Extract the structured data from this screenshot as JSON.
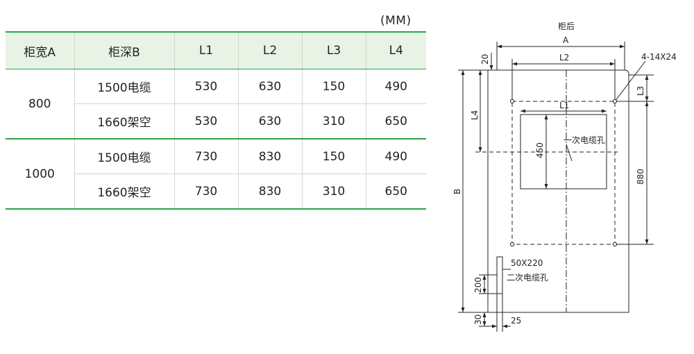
{
  "table": {
    "unit": "(MM)",
    "headers": [
      "柜宽A",
      "柜深B",
      "L1",
      "L2",
      "L3",
      "L4"
    ],
    "groups": [
      {
        "width": "800",
        "rows": [
          {
            "depth": "1500电缆",
            "l1": "530",
            "l2": "630",
            "l3": "150",
            "l4": "490"
          },
          {
            "depth": "1660架空",
            "l1": "530",
            "l2": "630",
            "l3": "310",
            "l4": "650"
          }
        ]
      },
      {
        "width": "1000",
        "rows": [
          {
            "depth": "1500电缆",
            "l1": "730",
            "l2": "830",
            "l3": "150",
            "l4": "490"
          },
          {
            "depth": "1660架空",
            "l1": "730",
            "l2": "830",
            "l3": "310",
            "l4": "650"
          }
        ]
      }
    ]
  },
  "drawing": {
    "title": "柜后",
    "label_a": "A",
    "label_b": "B",
    "label_l1": "L1",
    "label_l2": "L2",
    "label_l3": "L3",
    "label_l4": "L4",
    "dim_20": "20",
    "dim_450": "450",
    "dim_880": "880",
    "dim_200": "200",
    "dim_30": "30",
    "dim_25": "25",
    "holes": "4-14X24",
    "primary_cable_hole": "一次电缆孔",
    "secondary_size": "50X220",
    "secondary_cable_hole": "二次电缆孔"
  }
}
